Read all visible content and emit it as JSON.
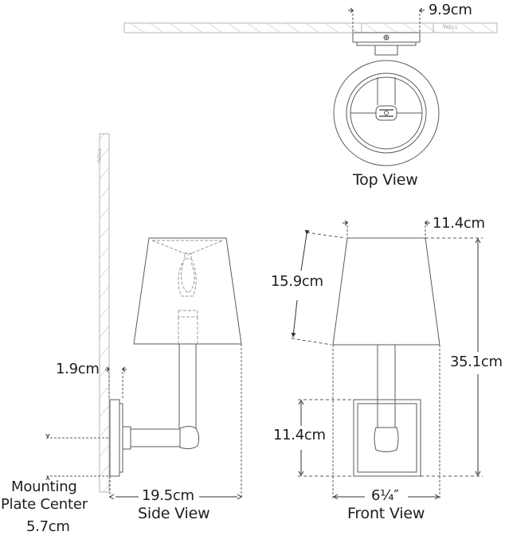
{
  "diagram": {
    "type": "technical-dimension-drawing",
    "subject": "wall sconce with tapered shade",
    "colors": {
      "line": "#5a5a5a",
      "wall_hatch": "#b4b4b4",
      "hidden_line": "#8a8a8a",
      "text": "#1e1e1e",
      "background": "#ffffff"
    }
  },
  "top_view": {
    "title": "Top View",
    "wall_label": "WALL",
    "dimensions": {
      "backplate_depth": "9.9cm"
    }
  },
  "side_view": {
    "title": "Side View",
    "wall_label": "WALL",
    "dimensions": {
      "backplate_thickness": "1.9cm",
      "projection": "19.5cm",
      "mounting_center": "5.7cm"
    },
    "mounting_label_line1": "Mounting",
    "mounting_label_line2": "Plate Center"
  },
  "front_view": {
    "title": "Front View",
    "dimensions": {
      "shade_top_width": "11.4cm",
      "shade_height": "15.9cm",
      "overall_height": "35.1cm",
      "backplate_height": "11.4cm",
      "shade_bottom_width": "6¼″"
    }
  }
}
